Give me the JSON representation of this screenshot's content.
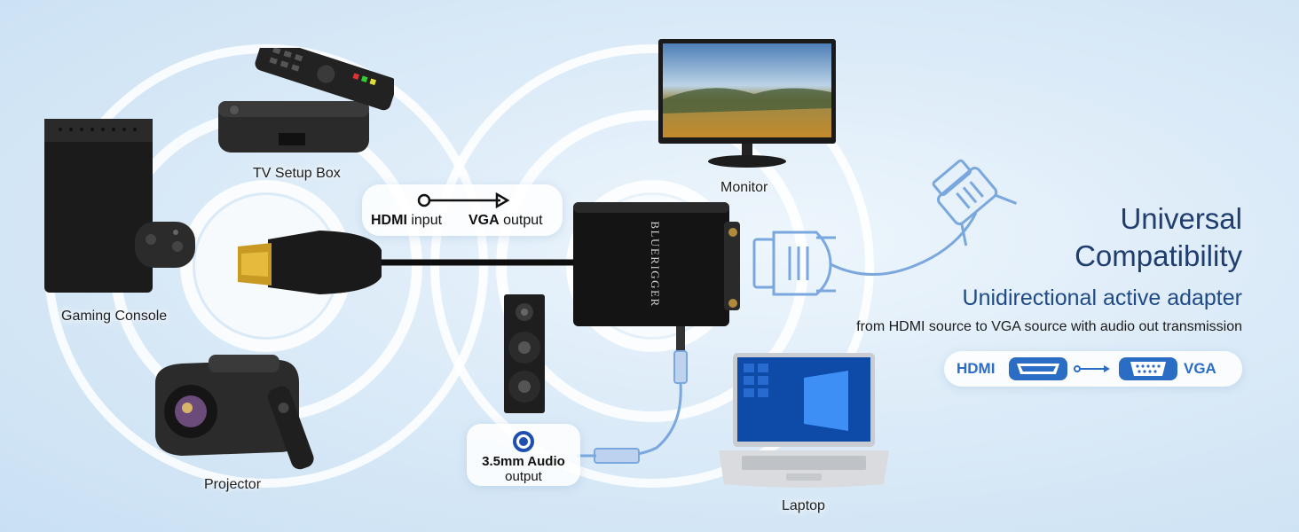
{
  "devices": {
    "tv_setup_box": "TV Setup Box",
    "gaming_console": "Gaming Console",
    "projector": "Projector",
    "monitor": "Monitor",
    "laptop": "Laptop"
  },
  "signal_pill": {
    "hdmi_bold": "HDMI",
    "hdmi_rest": "input",
    "vga_bold": "VGA",
    "vga_rest": "output"
  },
  "audio_pill": {
    "line1": "3.5mm Audio",
    "line2": "output"
  },
  "brand": "BLUERIGGER",
  "headline": {
    "line1": "Universal",
    "line2": "Compatibility",
    "subtitle": "Unidirectional active adapter",
    "description": "from HDMI source to VGA source with audio out transmission"
  },
  "conversion": {
    "from": "HDMI",
    "to": "VGA"
  },
  "colors": {
    "accent": "#2b6cc4",
    "title": "#1f3e6e",
    "cable_blue": "#7aa8de"
  },
  "icons": [
    "hdmi-port-icon",
    "vga-port-icon",
    "arrow-right-icon",
    "audio-jack-icon"
  ]
}
